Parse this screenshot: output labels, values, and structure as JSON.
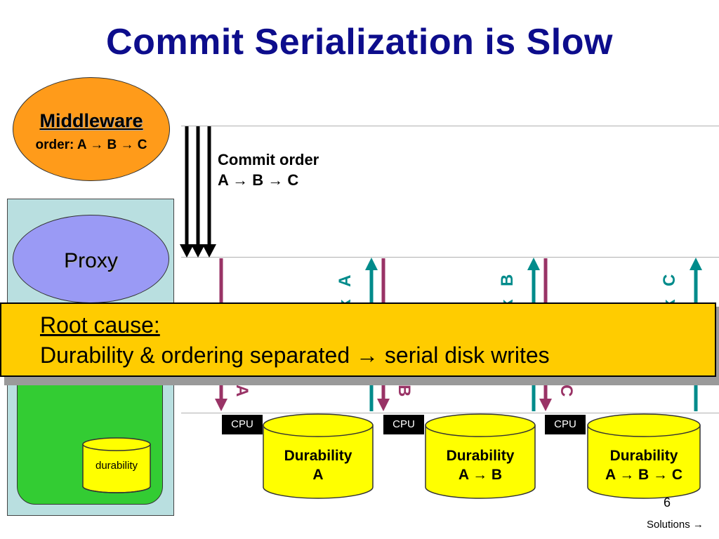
{
  "title": "Commit Serialization is Slow",
  "middleware": {
    "title": "Middleware",
    "order": "order: A → B → C"
  },
  "proxy": {
    "label": "Proxy"
  },
  "commit_order": {
    "line1": "Commit order",
    "line2": "A → B → C"
  },
  "root_cause": {
    "title": "Root cause:",
    "body": "Durability & ordering separated → serial disk writes"
  },
  "replicas": [
    {
      "cpu": "CPU",
      "durability_line1": "Durability",
      "durability_line2": "A",
      "ack_label": "k A",
      "commit_label": "A"
    },
    {
      "cpu": "CPU",
      "durability_line1": "Durability",
      "durability_line2": "A → B",
      "ack_label": "k B",
      "commit_label": "B"
    },
    {
      "cpu": "CPU",
      "durability_line1": "Durability",
      "durability_line2": "A → B → C",
      "ack_label": "k C",
      "commit_label": "C"
    }
  ],
  "small_durability": "durability",
  "page_number": "6",
  "solutions_link": "Solutions →",
  "colors": {
    "title": "#0d0d8c",
    "middleware": "#ff9b1a",
    "proxy": "#9a9af5",
    "server": "#b9dfe0",
    "green": "#33cc33",
    "root_box": "#ffcc00",
    "commit_arrow": "#993366",
    "ack_arrow": "#008b8b",
    "disk": "#ffff00"
  }
}
